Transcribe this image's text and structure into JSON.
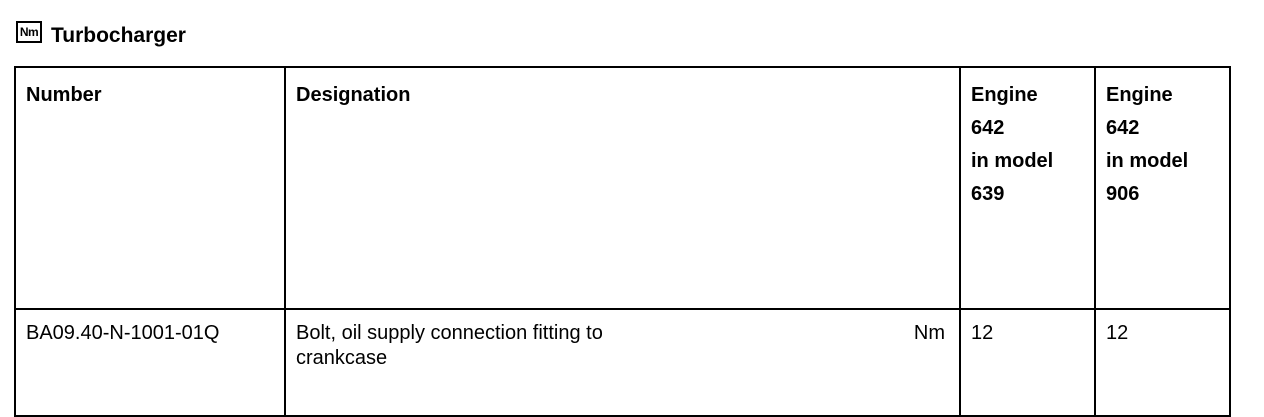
{
  "section": {
    "icon_label": "Nm",
    "title": "Turbocharger"
  },
  "table": {
    "headers": {
      "number": "Number",
      "designation": "Designation",
      "engine_1": [
        "Engine",
        "642",
        "in model",
        "639"
      ],
      "engine_2": [
        "Engine",
        "642",
        "in model",
        "906"
      ]
    },
    "rows": [
      {
        "number": "BA09.40-N-1001-01Q",
        "designation": "Bolt, oil supply connection fitting to crankcase",
        "unit": "Nm",
        "engine_1_value": "12",
        "engine_2_value": "12"
      }
    ]
  }
}
